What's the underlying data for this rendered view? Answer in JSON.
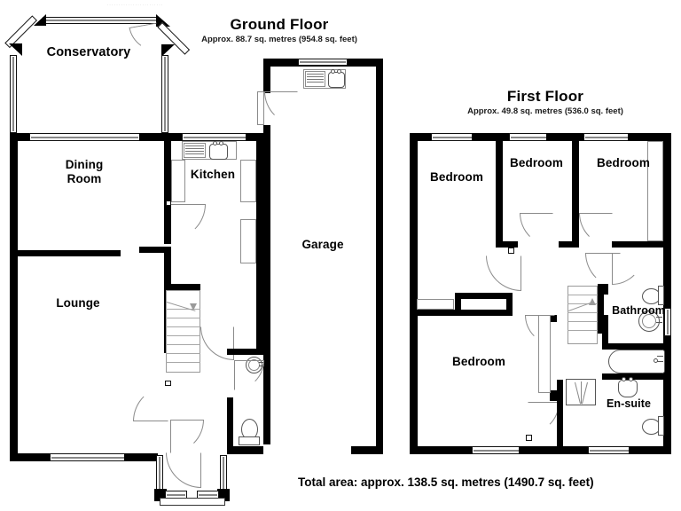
{
  "document": {
    "type": "floor-plan",
    "cutoff_text": "……………………",
    "total_area_text": "Total area: approx. 138.5 sq. metres (1490.7 sq. feet)"
  },
  "floors": [
    {
      "id": "ground",
      "title": "Ground Floor",
      "subtitle": "Approx. 88.7 sq. metres (954.8 sq. feet)",
      "rooms": [
        {
          "name": "Conservatory",
          "label": "Conservatory"
        },
        {
          "name": "Dining Room",
          "label": "Dining\nRoom"
        },
        {
          "name": "Kitchen",
          "label": "Kitchen"
        },
        {
          "name": "Garage",
          "label": "Garage"
        },
        {
          "name": "Lounge",
          "label": "Lounge"
        }
      ],
      "fixtures": [
        "sink",
        "drainer",
        "stairs",
        "wc-toilet",
        "wc-basin",
        "porch"
      ]
    },
    {
      "id": "first",
      "title": "First Floor",
      "subtitle": "Approx. 49.8 sq. metres (536.0 sq. feet)",
      "rooms": [
        {
          "name": "Bedroom 1",
          "label": "Bedroom"
        },
        {
          "name": "Bedroom 2",
          "label": "Bedroom"
        },
        {
          "name": "Bedroom 3",
          "label": "Bedroom"
        },
        {
          "name": "Bedroom 4",
          "label": "Bedroom"
        },
        {
          "name": "Bathroom",
          "label": "Bathroom"
        },
        {
          "name": "En-suite",
          "label": "En-suite"
        }
      ],
      "fixtures": [
        "bath",
        "basin",
        "toilet",
        "shower",
        "stairs",
        "landing",
        "wardrobe"
      ]
    }
  ],
  "colors": {
    "wall": "#000000",
    "background": "#ffffff",
    "fixture_outline": "#555555",
    "unit_outline": "#8e8e8e",
    "text": "#000000"
  }
}
